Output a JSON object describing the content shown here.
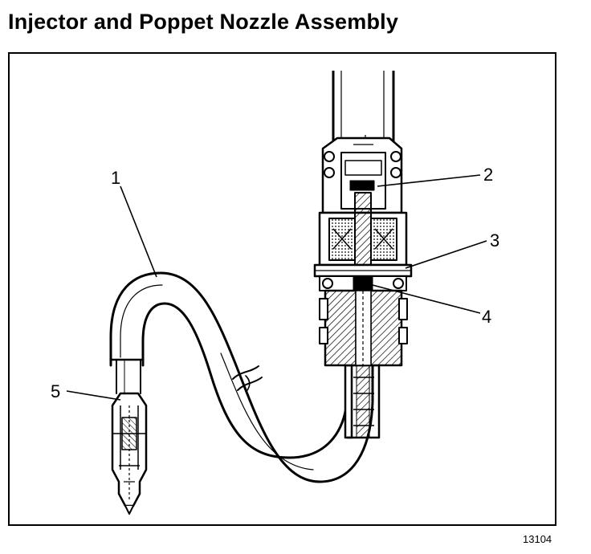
{
  "title": "Injector and Poppet Nozzle Assembly",
  "callouts": [
    {
      "id": "1",
      "label": "1"
    },
    {
      "id": "2",
      "label": "2"
    },
    {
      "id": "3",
      "label": "3"
    },
    {
      "id": "4",
      "label": "4"
    },
    {
      "id": "5",
      "label": "5"
    }
  ],
  "figure_number": "13104"
}
